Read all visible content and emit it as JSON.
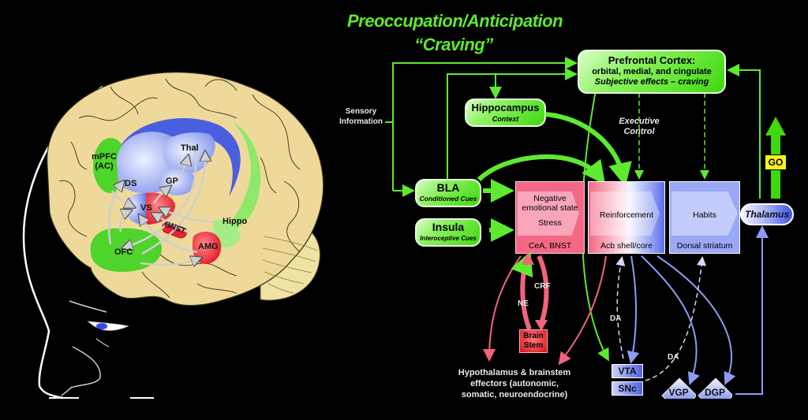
{
  "title": {
    "line1": "Preoccupation/Anticipation",
    "line2": "“Craving”"
  },
  "brain": {
    "regions": {
      "mpfc": "mPFC",
      "mpfc_sub": "(AC)",
      "ds": "DS",
      "gp": "GP",
      "thal": "Thal",
      "vs": "VS",
      "bnst": "BNST",
      "hippo": "Hippo",
      "ofc": "OFC",
      "amg": "AMG"
    }
  },
  "inputs": {
    "sensory": "Sensory Information"
  },
  "nodes": {
    "prefrontal": {
      "title": "Prefrontal Cortex:",
      "line2": "orbital, medial, and cingulate",
      "line3": "Subjective effects – craving"
    },
    "hippocampus": {
      "title": "Hippocampus",
      "sub": "Context"
    },
    "bla": {
      "title": "BLA",
      "sub": "Conditioned Cues"
    },
    "insula": {
      "title": "Insula",
      "sub": "Interoceptive Cues"
    },
    "executive": {
      "line1": "Executive",
      "line2": "Control"
    },
    "negative": {
      "line1": "Negative",
      "line2": "emotional state",
      "line3": "Stress",
      "footer": "CeA, BNST"
    },
    "reinforcement": {
      "label": "Reinforcement",
      "footer": "Acb shell/core"
    },
    "habits": {
      "label": "Habits",
      "footer": "Dorsal striatum"
    },
    "thalamus": "Thalamus",
    "go": "GO",
    "brainstem": {
      "line1": "Brain",
      "line2": "Stem"
    },
    "crf": "CRF",
    "ne": "NE",
    "da1": "DA",
    "da2": "DA",
    "vta": "VTA",
    "snc": "SNc",
    "vgp": "VGP",
    "dgp": "DGP",
    "effectors": {
      "line1": "Hypothalamus & brainstem",
      "line2": "effectors (autonomic,",
      "line3": "somatic, neuroendocrine)"
    }
  },
  "colors": {
    "green": "#5eea2e",
    "pink": "#f2637e",
    "blue": "#8c9cf5",
    "red": "#e81c2a",
    "brain": "#efd99a",
    "go_yellow": "#f7f31a"
  }
}
